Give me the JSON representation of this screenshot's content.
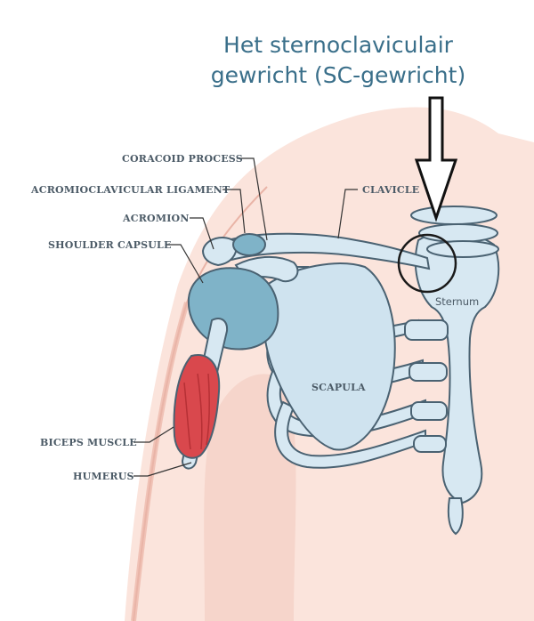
{
  "title": {
    "line1": "Het sternoclaviculair",
    "line2": "gewricht (SC-gewricht)"
  },
  "labels": {
    "coracoid_process": "CORACOID PROCESS",
    "acromioclavicular_ligament": "ACROMIOCLAVICULAR LIGAMENT",
    "acromion": "ACROMION",
    "shoulder_capsule": "SHOULDER CAPSULE",
    "clavicle": "CLAVICLE",
    "scapula": "SCAPULA",
    "biceps_muscle": "BICEPS MUSCLE",
    "humerus": "HUMERUS",
    "sternum": "Sternum"
  },
  "colors": {
    "title": "#3a6f8a",
    "skin": "#f7d6cc",
    "bone": "#d7e8f2",
    "bone_outline": "#4a6272",
    "muscle": "#d9484d",
    "capsule": "#7fb3c8",
    "label": "#4b5a66"
  }
}
